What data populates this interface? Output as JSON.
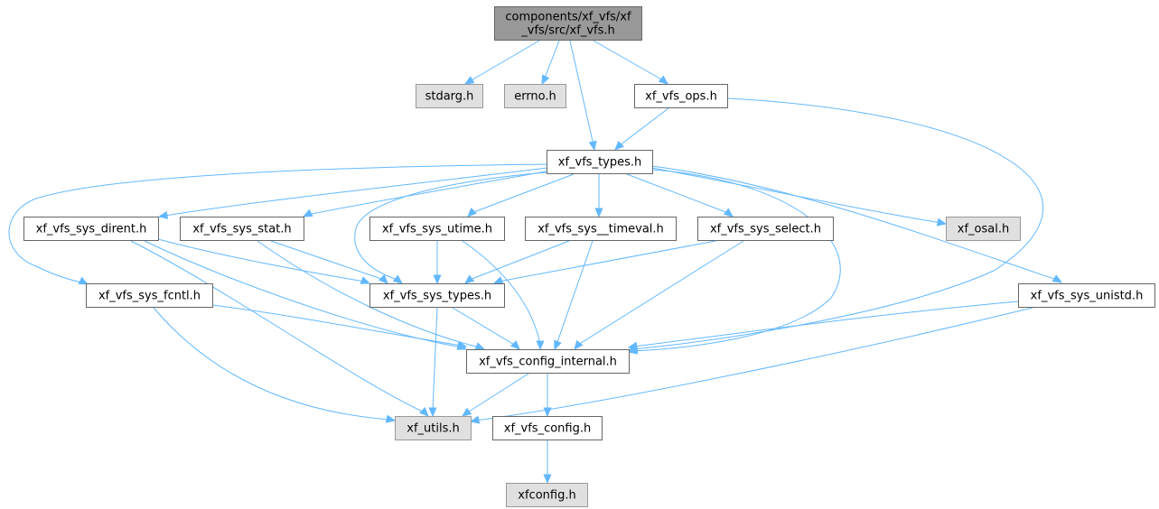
{
  "graph": {
    "title": "components/xf_vfs/xf_vfs/src/xf_vfs.h",
    "colors": {
      "edge": "#63b8ff",
      "root_fill": "#999999",
      "root_border": "#666666",
      "linked_fill": "#ffffff",
      "linked_border": "#666666",
      "external_fill": "#e0e0e0",
      "external_border": "#999999"
    },
    "nodes": [
      {
        "id": "root",
        "label_lines": [
          "components/xf_vfs/xf",
          "_vfs/src/xf_vfs.h"
        ],
        "kind": "root"
      },
      {
        "id": "stdarg",
        "label_lines": [
          "stdarg.h"
        ],
        "kind": "external"
      },
      {
        "id": "errno",
        "label_lines": [
          "errno.h"
        ],
        "kind": "external"
      },
      {
        "id": "ops",
        "label_lines": [
          "xf_vfs_ops.h"
        ],
        "kind": "linked"
      },
      {
        "id": "types",
        "label_lines": [
          "xf_vfs_types.h"
        ],
        "kind": "linked"
      },
      {
        "id": "dirent",
        "label_lines": [
          "xf_vfs_sys_dirent.h"
        ],
        "kind": "linked"
      },
      {
        "id": "stat",
        "label_lines": [
          "xf_vfs_sys_stat.h"
        ],
        "kind": "linked"
      },
      {
        "id": "utime",
        "label_lines": [
          "xf_vfs_sys_utime.h"
        ],
        "kind": "linked"
      },
      {
        "id": "timeval",
        "label_lines": [
          "xf_vfs_sys__timeval.h"
        ],
        "kind": "linked"
      },
      {
        "id": "select",
        "label_lines": [
          "xf_vfs_sys_select.h"
        ],
        "kind": "linked"
      },
      {
        "id": "osal",
        "label_lines": [
          "xf_osal.h"
        ],
        "kind": "external"
      },
      {
        "id": "fcntl",
        "label_lines": [
          "xf_vfs_sys_fcntl.h"
        ],
        "kind": "linked"
      },
      {
        "id": "systypes",
        "label_lines": [
          "xf_vfs_sys_types.h"
        ],
        "kind": "linked"
      },
      {
        "id": "unistd",
        "label_lines": [
          "xf_vfs_sys_unistd.h"
        ],
        "kind": "linked"
      },
      {
        "id": "cfgint",
        "label_lines": [
          "xf_vfs_config_internal.h"
        ],
        "kind": "linked"
      },
      {
        "id": "utils",
        "label_lines": [
          "xf_utils.h"
        ],
        "kind": "external"
      },
      {
        "id": "cfg",
        "label_lines": [
          "xf_vfs_config.h"
        ],
        "kind": "linked"
      },
      {
        "id": "xfconfig",
        "label_lines": [
          "xfconfig.h"
        ],
        "kind": "external"
      }
    ],
    "edges": [
      {
        "from": "root",
        "to": "stdarg"
      },
      {
        "from": "root",
        "to": "errno"
      },
      {
        "from": "root",
        "to": "ops"
      },
      {
        "from": "root",
        "to": "types"
      },
      {
        "from": "ops",
        "to": "types"
      },
      {
        "from": "ops",
        "to": "cfgint"
      },
      {
        "from": "types",
        "to": "dirent"
      },
      {
        "from": "types",
        "to": "stat"
      },
      {
        "from": "types",
        "to": "utime"
      },
      {
        "from": "types",
        "to": "timeval"
      },
      {
        "from": "types",
        "to": "select"
      },
      {
        "from": "types",
        "to": "osal"
      },
      {
        "from": "types",
        "to": "fcntl"
      },
      {
        "from": "types",
        "to": "systypes"
      },
      {
        "from": "types",
        "to": "unistd"
      },
      {
        "from": "types",
        "to": "cfgint"
      },
      {
        "from": "dirent",
        "to": "systypes"
      },
      {
        "from": "dirent",
        "to": "cfgint"
      },
      {
        "from": "dirent",
        "to": "utils"
      },
      {
        "from": "stat",
        "to": "systypes"
      },
      {
        "from": "stat",
        "to": "cfgint"
      },
      {
        "from": "utime",
        "to": "systypes"
      },
      {
        "from": "utime",
        "to": "cfgint"
      },
      {
        "from": "timeval",
        "to": "systypes"
      },
      {
        "from": "timeval",
        "to": "cfgint"
      },
      {
        "from": "select",
        "to": "systypes"
      },
      {
        "from": "select",
        "to": "cfgint"
      },
      {
        "from": "fcntl",
        "to": "cfgint"
      },
      {
        "from": "fcntl",
        "to": "utils"
      },
      {
        "from": "systypes",
        "to": "cfgint"
      },
      {
        "from": "systypes",
        "to": "utils"
      },
      {
        "from": "unistd",
        "to": "cfgint"
      },
      {
        "from": "unistd",
        "to": "utils"
      },
      {
        "from": "cfgint",
        "to": "utils"
      },
      {
        "from": "cfgint",
        "to": "cfg"
      },
      {
        "from": "cfg",
        "to": "xfconfig"
      }
    ]
  }
}
